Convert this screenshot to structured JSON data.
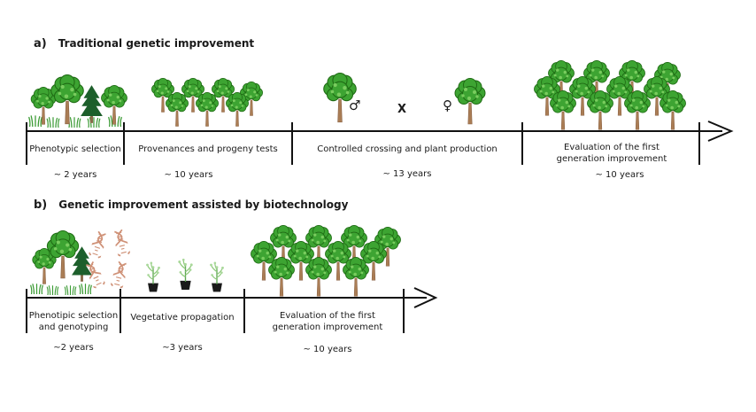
{
  "sections": [
    {
      "label": "a)",
      "title": "Traditional genetic improvement",
      "phases": [
        {
          "label": "Phenotypic selection",
          "years": "~ 2 years"
        },
        {
          "label": "Provenances and progeny tests",
          "years": "~ 10 years"
        },
        {
          "label": "Controlled crossing and plant production",
          "years": "~ 13 years"
        },
        {
          "label": "Evaluation of the first generation improvement",
          "years": "~ 10 years"
        }
      ],
      "symbols": {
        "male": "♂",
        "cross": "X",
        "female": "♀"
      }
    },
    {
      "label": "b)",
      "title": "Genetic improvement assisted by biotechnology",
      "phases": [
        {
          "label": "Phenotipic selection and genotyping",
          "years": "~2 years"
        },
        {
          "label": "Vegetative propagation",
          "years": "~3 years"
        },
        {
          "label": "Evaluation of the first generation improvement",
          "years": "~ 10 years"
        }
      ]
    }
  ],
  "icons": {
    "tree": "broadleaf-tree",
    "conifer": "conifer-tree",
    "grass": "grass-tuft",
    "dna": "dna-helix",
    "plantlet": "potted-plantlet",
    "arrow": "timeline-arrowhead"
  },
  "colors": {
    "canopy_green": "#3da432",
    "canopy_outline": "#1f6b14",
    "canopy_light": "#79cc5e",
    "trunk_brown": "#aa7d55",
    "conifer_green": "#1d5f2b",
    "dna_tan": "#cf9177",
    "line_black": "#111111"
  }
}
